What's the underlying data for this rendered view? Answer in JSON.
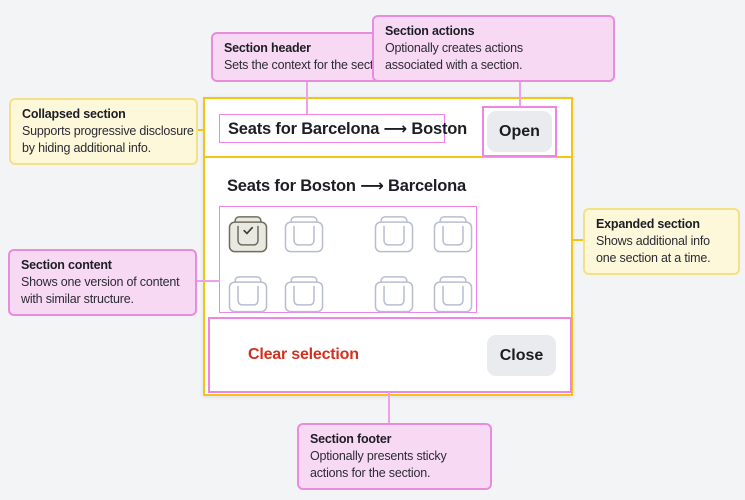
{
  "card": {
    "collapsed_section": {
      "header": "Seats for Barcelona ⟶ Boston",
      "action_label": "Open"
    },
    "expanded_section": {
      "header": "Seats for Boston ⟶ Barcelona",
      "seats": [
        {
          "state": "selected"
        },
        {
          "state": "available"
        },
        {
          "state": "available"
        },
        {
          "state": "available"
        },
        {
          "state": "available"
        },
        {
          "state": "available"
        },
        {
          "state": "available"
        },
        {
          "state": "available"
        }
      ],
      "footer": {
        "clear_label": "Clear selection",
        "close_label": "Close"
      }
    }
  },
  "annotations": {
    "section_header": {
      "title": "Section header",
      "lines": [
        "Sets the context for the section."
      ]
    },
    "section_actions": {
      "title": "Section actions",
      "lines": [
        "Optionally creates actions",
        "associated with a section."
      ]
    },
    "collapsed_section": {
      "title": "Collapsed section",
      "lines": [
        "Supports progressive disclosure",
        "by hiding additional info."
      ]
    },
    "section_content": {
      "title": "Section content",
      "lines": [
        "Shows one version of content",
        "with similar structure."
      ]
    },
    "expanded_section": {
      "title": "Expanded section",
      "lines": [
        "Shows additional info",
        "one section at a time."
      ]
    },
    "section_footer": {
      "title": "Section footer",
      "lines": [
        "Optionally presents sticky",
        "actions for the section."
      ]
    }
  },
  "colors": {
    "page_background": "#f3f4f6",
    "annotation_pink_bg": "#f8d9f3",
    "annotation_pink_border": "#e88cde",
    "annotation_yellow_bg": "#fdf8da",
    "annotation_yellow_border": "#f2e186",
    "highlight_yellow": "#f5c513",
    "highlight_pink": "#ee85e6",
    "danger_text": "#d0321f",
    "button_gray": "#e9ebee",
    "seat_outline": "#b9bdd1",
    "seat_selected_outline": "#6e6e60"
  }
}
